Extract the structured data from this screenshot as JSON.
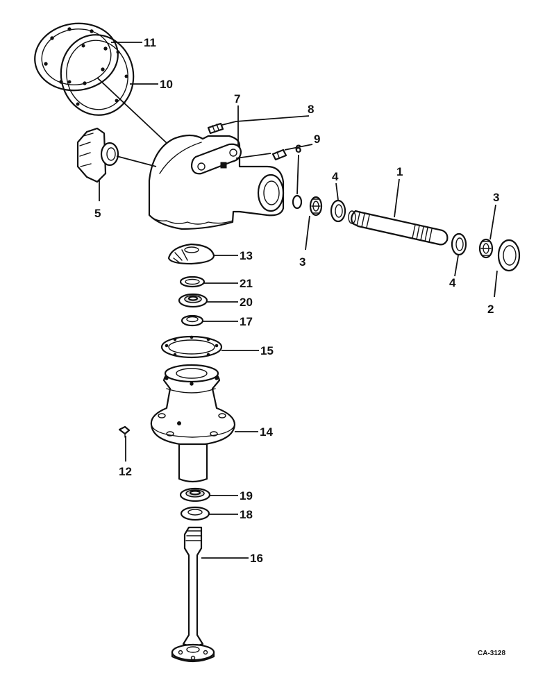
{
  "diagram": {
    "drawing_code": "CA-3128",
    "callouts": {
      "c1": "1",
      "c2": "2",
      "c3a": "3",
      "c3b": "3",
      "c4a": "4",
      "c4b": "4",
      "c5": "5",
      "c6": "6",
      "c7": "7",
      "c8": "8",
      "c9": "9",
      "c10": "10",
      "c11": "11",
      "c12": "12",
      "c13": "13",
      "c14": "14",
      "c15": "15",
      "c16": "16",
      "c17": "17",
      "c18": "18",
      "c19": "19",
      "c20": "20",
      "c21": "21"
    }
  }
}
